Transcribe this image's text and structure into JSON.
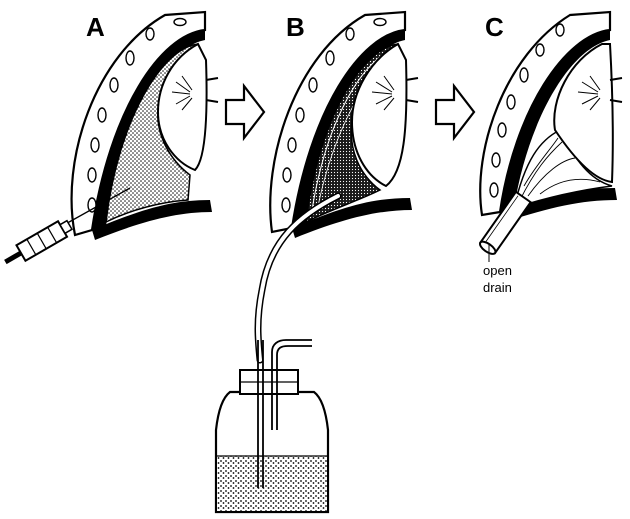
{
  "panels": {
    "a": {
      "letter": "A"
    },
    "b": {
      "letter": "B"
    },
    "c": {
      "letter": "C"
    }
  },
  "labels": {
    "drain_line1": "open",
    "drain_line2": "drain"
  }
}
